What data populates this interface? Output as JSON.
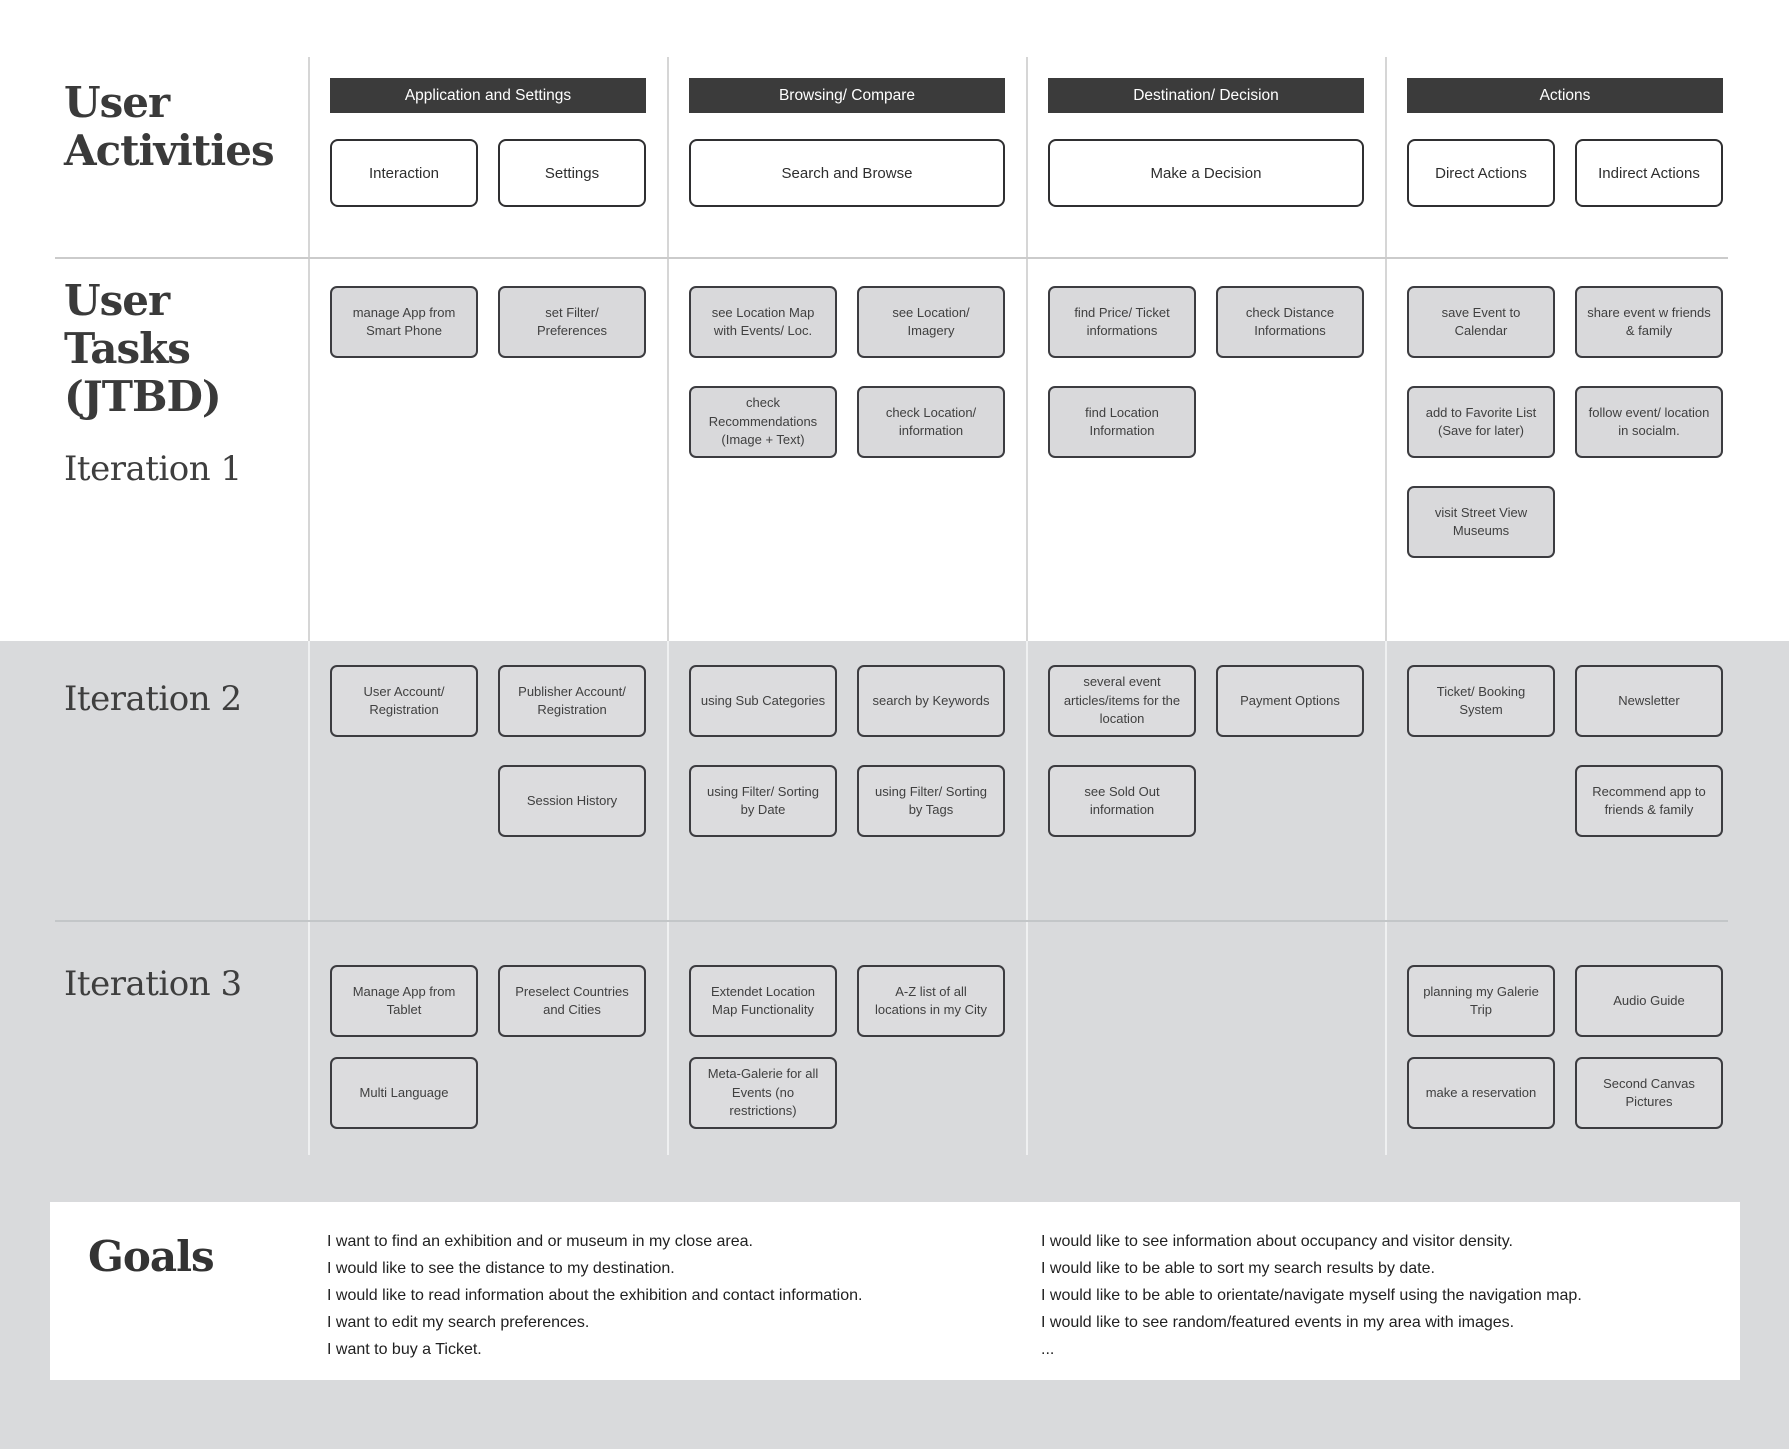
{
  "labels": {
    "user_activities": "User Activities",
    "user_tasks": "User Tasks (JTBD)",
    "iteration1": "Iteration 1",
    "iteration2": "Iteration 2",
    "iteration3": "Iteration 3",
    "goals": "Goals"
  },
  "activities": {
    "columns": [
      {
        "title": "Application and Settings",
        "items": [
          "Interaction",
          "Settings"
        ]
      },
      {
        "title": "Browsing/ Compare",
        "items": [
          "Search and Browse"
        ]
      },
      {
        "title": "Destination/ Decision",
        "items": [
          "Make a Decision"
        ]
      },
      {
        "title": "Actions",
        "items": [
          "Direct Actions",
          "Indirect Actions"
        ]
      }
    ]
  },
  "iteration1": {
    "app_settings": [
      "manage App from Smart Phone",
      "set Filter/ Preferences"
    ],
    "browsing": [
      "see Location Map with Events/ Loc.",
      "see Location/ Imagery",
      "check Recommendations (Image + Text)",
      "check Location/ information"
    ],
    "destination": [
      "find Price/ Ticket informations",
      "check Distance Informations",
      "find Location Information"
    ],
    "actions": [
      "save Event to Calendar",
      "share event w friends & family",
      "add to Favorite List (Save for later)",
      "follow event/ location in socialm.",
      "visit Street View Museums"
    ]
  },
  "iteration2": {
    "app_settings": [
      "User Account/ Registration",
      "Publisher Account/ Registration",
      "Session History"
    ],
    "browsing": [
      "using Sub Categories",
      "search by Keywords",
      "using Filter/ Sorting by Date",
      "using Filter/ Sorting by Tags"
    ],
    "destination": [
      "several event articles/items for the location",
      "Payment Options",
      "see Sold Out information"
    ],
    "actions": [
      "Ticket/ Booking System",
      "Newsletter",
      "Recommend app to friends & family"
    ]
  },
  "iteration3": {
    "app_settings": [
      "Manage App from Tablet",
      "Preselect Countries and Cities",
      "Multi Language"
    ],
    "browsing": [
      "Extendet Location Map Functionality",
      "A-Z list of all locations in my City",
      "Meta-Galerie for all Events (no restrictions)"
    ],
    "actions": [
      "planning my Galerie Trip",
      "Audio Guide",
      "make a reservation",
      "Second Canvas Pictures"
    ]
  },
  "goals": {
    "left": [
      "I want to find an exhibition and or museum in my close area.",
      "I would like to see the distance to my destination.",
      "I would like to read information about the exhibition and contact information.",
      "I want to edit my search preferences.",
      "I want to buy a Ticket."
    ],
    "right": [
      "I would like to see information about occupancy and visitor density.",
      "I would like to be able to sort my search results by date.",
      "I would like to be able to orientate/navigate myself using the navigation map.",
      "I would like to see random/featured events in my area with images.",
      "..."
    ]
  },
  "colors": {
    "header_bar": "#3b3b3b",
    "band_gray": "#d9dadc",
    "card_fill": "#dcdcde",
    "card_fill_white_band": "#d9d9db",
    "card_border": "#3c3c40"
  }
}
